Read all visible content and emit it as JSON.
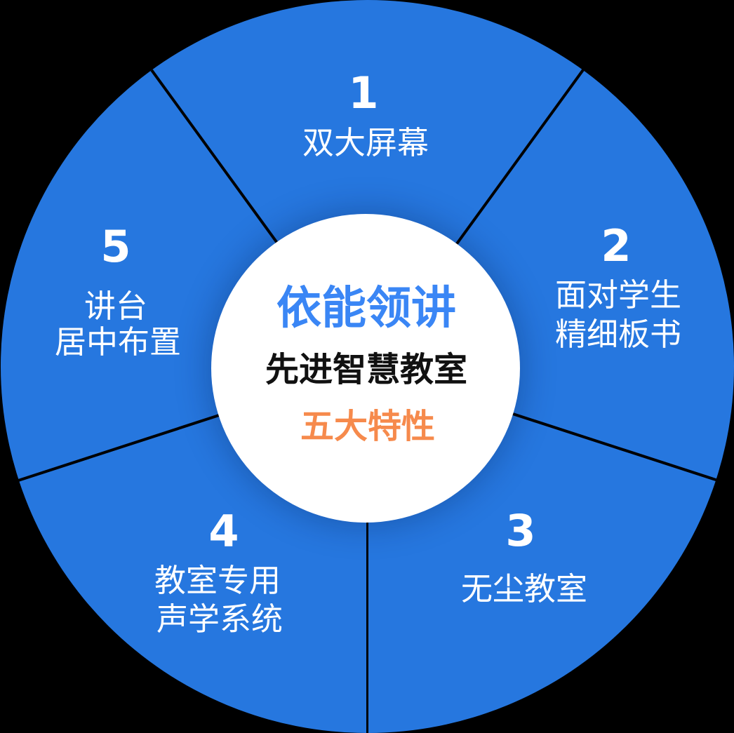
{
  "wheel": {
    "background_color": "#000000",
    "circle_color": "#2677DF",
    "divider_color": "#000000",
    "label_color": "#FFFFFF",
    "center": {
      "title": "依能领讲",
      "subtitle": "先进智慧教室",
      "tagline": "五大特性",
      "title_color": "#3A86F5",
      "subtitle_color": "#111111",
      "tagline_color": "#F68A4C"
    },
    "sections": [
      {
        "number": "1",
        "lines": [
          "双大屏幕"
        ]
      },
      {
        "number": "2",
        "lines": [
          "面对学生",
          "精细板书"
        ]
      },
      {
        "number": "3",
        "lines": [
          "无尘教室"
        ]
      },
      {
        "number": "4",
        "lines": [
          "教室专用",
          "声学系统"
        ]
      },
      {
        "number": "5",
        "lines": [
          "讲台",
          "居中布置"
        ]
      }
    ]
  }
}
